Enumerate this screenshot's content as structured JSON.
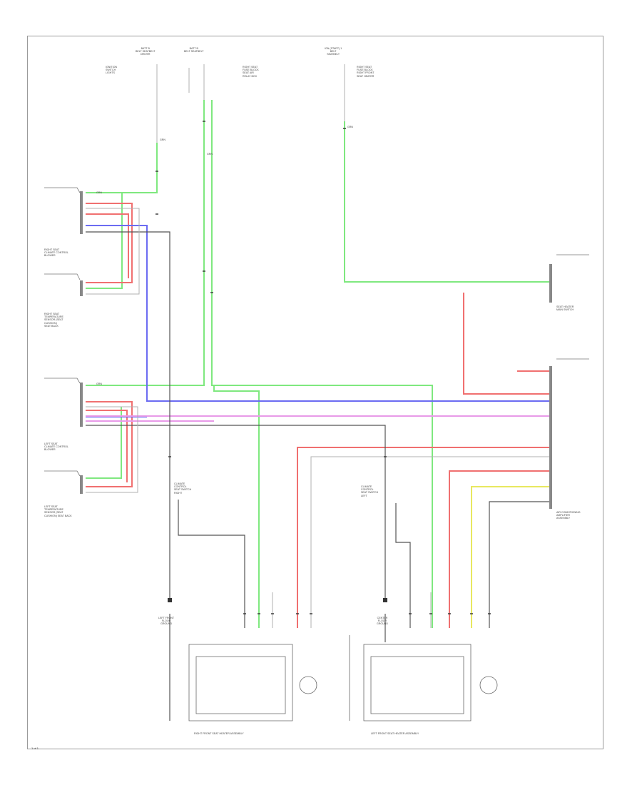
{
  "diagram": {
    "top_sources": [
      {
        "id": "src1",
        "text": "BATT B\nBELT SEATBELT\nDRIVER"
      },
      {
        "id": "src2",
        "text": "BATT B\nBELT SEATBELT"
      },
      {
        "id": "src3",
        "text": "IGN (START) 1\nBELT\nSEATBELT"
      },
      {
        "id": "src4",
        "text": "IGNITION\nSWITCH\nLIGHTS"
      },
      {
        "id": "src5",
        "text": "RIGHT SEAT\nFUSE BLOCK\nSEAT AIR\nRELAY BOX"
      },
      {
        "id": "src6",
        "text": "RIGHT SEAT\nFUSE BLOCK\nRIGHT FRONT\nSEAT HEATER"
      }
    ],
    "left_modules": [
      {
        "id": "rs_ctrl",
        "text": "RIGHT SEAT\nCLIMATE CONTROL\nBLOWER"
      },
      {
        "id": "rs_temp",
        "text": "RIGHT SEAT\nTEMPERATURE\nSENSOR (SEAT\nCUSHION)\nSEAT BACK"
      },
      {
        "id": "ls_ctrl",
        "text": "LEFT SEAT\nCLIMATE CONTROL\nBLOWER"
      },
      {
        "id": "ls_temp",
        "text": "LEFT SEAT\nTEMPERATURE\nSENSOR (SEAT\nCUSHION) SEAT BACK"
      }
    ],
    "right_modules": [
      {
        "id": "hsw",
        "text": "SEAT HEATER\nMAIN SWITCH"
      },
      {
        "id": "ecu",
        "text": "AIR CONDITIONING\nAMPLIFIER\nASSEMBLY"
      }
    ],
    "top_wire_labels": [
      "GRN",
      "GRN",
      "GRN",
      "GRN",
      "GRN"
    ],
    "switch_labels": [
      "CLIMATE\nCONTROL\nSEAT SWITCH\nRIGHT",
      "CLIMATE\nCONTROL\nSEAT SWITCH\nLEFT"
    ],
    "grounds": [
      {
        "id": "g1",
        "text": "LEFT FRONT\nFLOOR\nGROUND"
      },
      {
        "id": "g2",
        "text": "CENTER\nFLOOR\nGROUND"
      }
    ],
    "bottom_modules": [
      {
        "id": "rfsh",
        "text": "RIGHT FRONT SEAT HEATER ASSEMBLY"
      },
      {
        "id": "lfsh",
        "text": "LEFT FRONT SEAT HEATER ASSEMBLY"
      }
    ],
    "footer_code": "1 of 1",
    "colors": {
      "green": "#7fe87f",
      "red": "#f07070",
      "blue": "#6b6bf2",
      "pink": "#e89ae8",
      "yellow": "#e8e860",
      "black": "#555555",
      "gray": "#b0b0b0",
      "frame": "#9a9a9a"
    }
  }
}
